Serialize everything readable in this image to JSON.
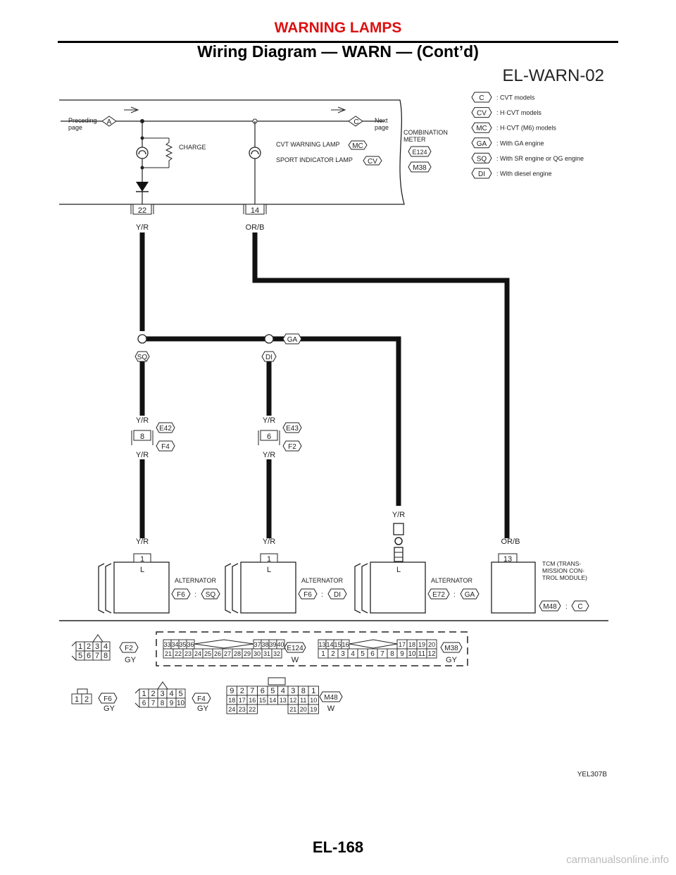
{
  "header": {
    "section_title": "WARNING LAMPS",
    "subtitle": "Wiring Diagram — WARN — (Cont’d)"
  },
  "diagram": {
    "code": "EL-WARN-02",
    "image_ref": "YEL307B",
    "legend": [
      {
        "code": "C",
        "desc": ": CVT models"
      },
      {
        "code": "CV",
        "desc": ": H·CVT models"
      },
      {
        "code": "MC",
        "desc": ": H·CVT (M6) models"
      },
      {
        "code": "GA",
        "desc": ": With GA engine"
      },
      {
        "code": "SQ",
        "desc": ": With SR engine or QG engine"
      },
      {
        "code": "DI",
        "desc": ": With diesel engine"
      }
    ],
    "meter": {
      "preceding": [
        "Preceding",
        "page"
      ],
      "next": [
        "Next",
        "page"
      ],
      "ref_a": "A",
      "ref_c": "C",
      "charge": "CHARGE",
      "cvt_lamp": "CVT WARNING LAMP",
      "sport_lamp": "SPORT INDICATOR LAMP",
      "cvt_tag": "MC",
      "sport_tag": "CV",
      "name": [
        "COMBINATION",
        "METER"
      ],
      "conn1": "E124",
      "conn2": "M38",
      "pin_left": "22",
      "pin_right": "14"
    },
    "wires": {
      "yr": "Y/R",
      "orb": "OR/B"
    },
    "branches": {
      "sq": "SQ",
      "di": "DI",
      "ga": "GA"
    },
    "joints": [
      {
        "pin": "8",
        "conn_top": "E42",
        "conn_bot": "F4"
      },
      {
        "pin": "6",
        "conn_top": "E43",
        "conn_bot": "F2"
      }
    ],
    "alternators": [
      {
        "pin": "1",
        "terminal": "L",
        "name": "ALTERNATOR",
        "conn": "F6",
        "sep": ":",
        "tag": "SQ"
      },
      {
        "pin": "1",
        "terminal": "L",
        "name": "ALTERNATOR",
        "conn": "F6",
        "sep": ":",
        "tag": "DI"
      },
      {
        "pin": "",
        "terminal": "L",
        "name": "ALTERNATOR",
        "conn": "E72",
        "sep": ":",
        "tag": "GA"
      }
    ],
    "tcm": {
      "pin": "13",
      "name": [
        "TCM (TRANS-",
        "MISSION CON-",
        "TROL MODULE)"
      ],
      "conn": "M48",
      "sep": ":",
      "tag": "C"
    },
    "connectors": {
      "f2": {
        "id": "F2",
        "color": "GY",
        "row1": [
          "1",
          "2",
          "3",
          "4"
        ],
        "row2": [
          "5",
          "6",
          "7",
          "8"
        ]
      },
      "e124": {
        "id": "E124",
        "color": "W",
        "row1_left": [
          "33",
          "34",
          "35",
          "36"
        ],
        "row1_right": [
          "37",
          "38",
          "39",
          "40"
        ],
        "row2": [
          "21",
          "22",
          "23",
          "24",
          "25",
          "26",
          "27",
          "28",
          "29",
          "30",
          "31",
          "32"
        ]
      },
      "m38": {
        "id": "M38",
        "color": "GY",
        "row1_left": [
          "13",
          "14",
          "15",
          "16"
        ],
        "row1_right": [
          "17",
          "18",
          "19",
          "20"
        ],
        "row2": [
          "1",
          "2",
          "3",
          "4",
          "5",
          "6",
          "7",
          "8",
          "9",
          "10",
          "11",
          "12"
        ]
      },
      "f6": {
        "id": "F6",
        "color": "GY",
        "row1": [
          "1",
          "2"
        ]
      },
      "f4": {
        "id": "F4",
        "color": "GY",
        "row1": [
          "1",
          "2",
          "3",
          "4",
          "5"
        ],
        "row2": [
          "6",
          "7",
          "8",
          "9",
          "10"
        ]
      },
      "m48": {
        "id": "M48",
        "color": "W",
        "row1": [
          "9",
          "2",
          "7",
          "6",
          "5",
          "4",
          "3",
          "8",
          "1"
        ],
        "row2": [
          "18",
          "17",
          "16",
          "15",
          "14",
          "13",
          "12",
          "11",
          "10"
        ],
        "row3_left": [
          "24",
          "23",
          "22"
        ],
        "row3_right": [
          "21",
          "20",
          "19"
        ]
      }
    }
  },
  "footer": {
    "page": "EL-168",
    "watermark": "carmanualsonline.info"
  },
  "colors": {
    "title_red": "#dd1111",
    "wire": "#111111"
  }
}
